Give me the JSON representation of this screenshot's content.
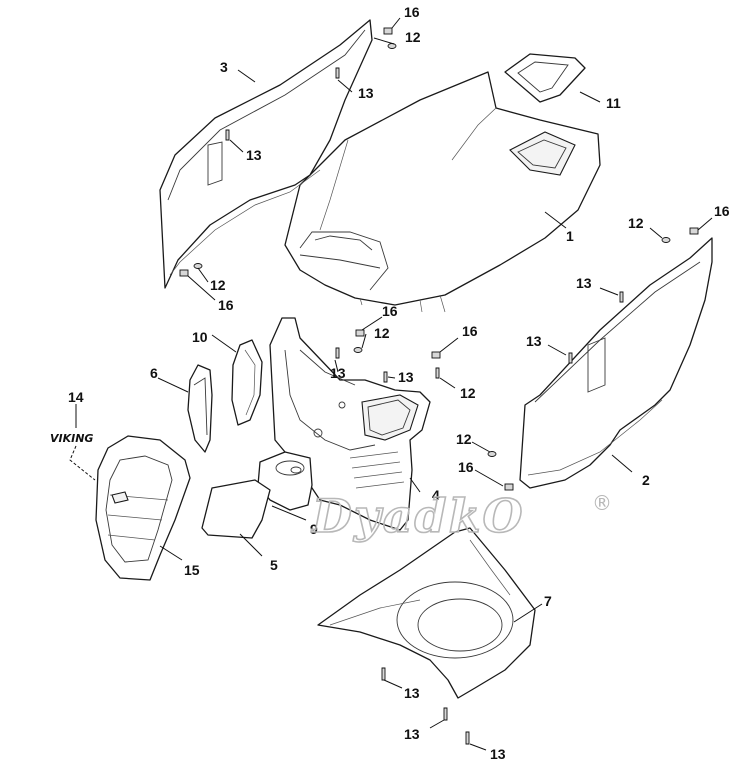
{
  "diagram": {
    "watermark": "DyadkO",
    "watermark_mark": "®",
    "brand_logo": "VIKING",
    "callouts": {
      "c1": "1",
      "c2": "2",
      "c3": "3",
      "c4": "4",
      "c5": "5",
      "c6": "6",
      "c7": "7",
      "c9": "9",
      "c10": "10",
      "c11": "11",
      "c12a": "12",
      "c12b": "12",
      "c12c": "12",
      "c12d": "12",
      "c12e": "12",
      "c12f": "12",
      "c13a": "13",
      "c13b": "13",
      "c13c": "13",
      "c13d": "13",
      "c13e": "13",
      "c13f": "13",
      "c13g": "13",
      "c13h": "13",
      "c13i": "13",
      "c14": "14",
      "c15": "15",
      "c16a": "16",
      "c16b": "16",
      "c16c": "16",
      "c16d": "16",
      "c16e": "16",
      "c16f": "16"
    }
  }
}
